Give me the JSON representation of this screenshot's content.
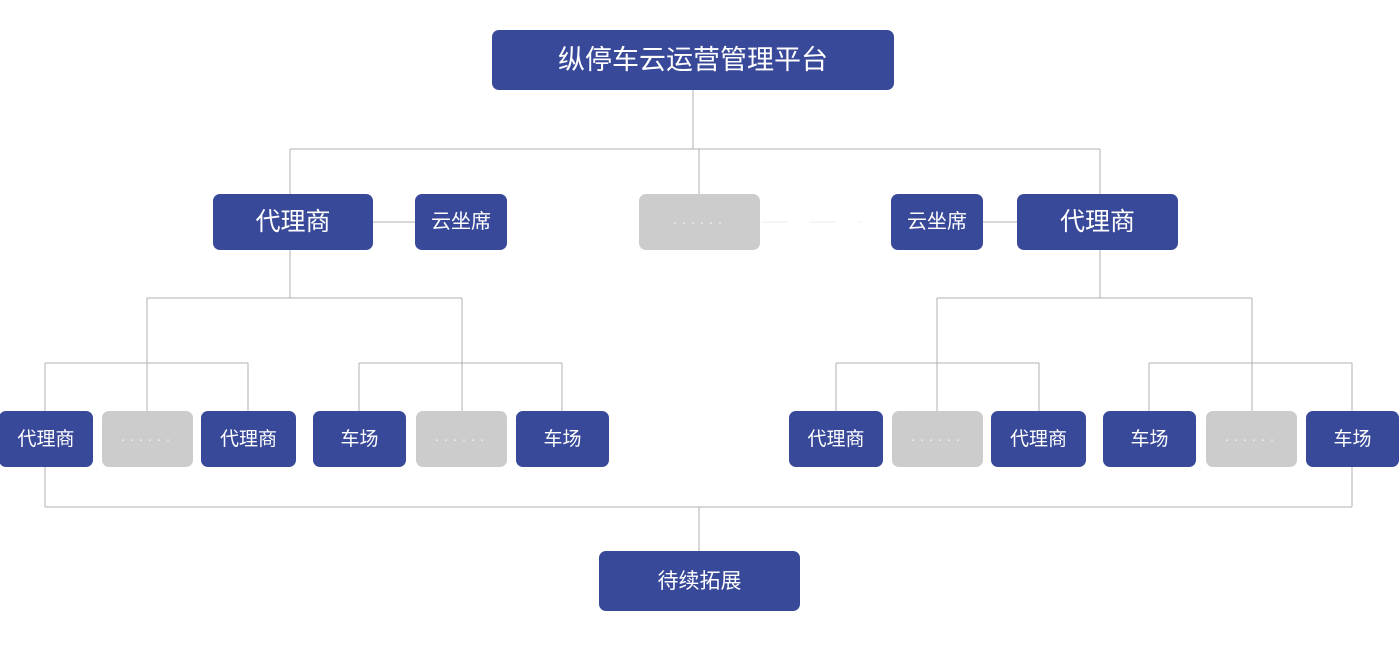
{
  "diagram": {
    "title": "纵停车云运营管理平台",
    "colors": {
      "node_blue": "#39499a",
      "node_gray": "#cccccc",
      "connector": "#b0b0b0",
      "background": "#ffffff",
      "text_on_blue": "#ffffff",
      "text_on_gray": "#efefef"
    },
    "root": {
      "label": "纵停车云运营管理平台"
    },
    "level2": {
      "left_agent": "代理商",
      "left_cloud_seat": "云坐席",
      "center_more": "······",
      "right_cloud_seat": "云坐席",
      "right_agent": "代理商"
    },
    "leaves": {
      "l1": "代理商",
      "l2": "······",
      "l3": "代理商",
      "l4": "车场",
      "l5": "······",
      "l6": "车场",
      "r1": "代理商",
      "r2": "······",
      "r3": "代理商",
      "r4": "车场",
      "r5": "······",
      "r6": "车场"
    },
    "bottom": {
      "label": "待续拓展"
    }
  }
}
